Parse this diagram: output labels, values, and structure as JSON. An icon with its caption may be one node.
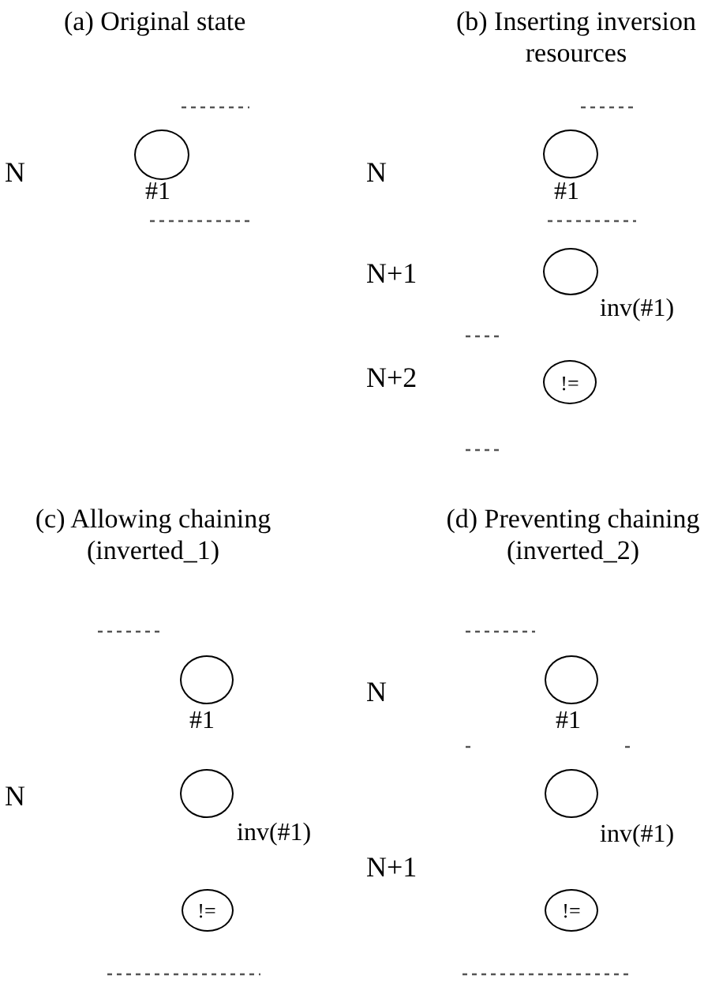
{
  "diagram": {
    "nodes": [
      {
        "text": [],
        "shape": "circle",
        "beside": [
          "#1"
        ]
      },
      {
        "text": [],
        "shape": "circle",
        "beside": [
          "#1"
        ]
      },
      {
        "text": [],
        "shape": "circle",
        "beside": [
          "inv(#1)"
        ]
      },
      {
        "text": [
          "!="
        ]
      },
      {
        "text": [],
        "shape": "circle",
        "beside": [
          "#1"
        ]
      },
      {
        "text": [],
        "shape": "circle",
        "beside": [
          "inv(#1)"
        ]
      },
      {
        "text": [
          "!="
        ]
      },
      {
        "text": [],
        "shape": "circle",
        "beside": [
          "#1"
        ]
      },
      {
        "text": [],
        "shape": "circle",
        "beside": [
          "inv(#1)"
        ]
      },
      {
        "text": [
          "!="
        ]
      }
    ],
    "labels": [
      "(a) Original state",
      "N",
      "(b) Inserting inversion resources",
      "N",
      "N+1",
      "N+2",
      "(c) Allowing chaining (inverted_1)",
      "N",
      "(d) Preventing chaining (inverted_2)",
      "N",
      "N+1"
    ]
  }
}
